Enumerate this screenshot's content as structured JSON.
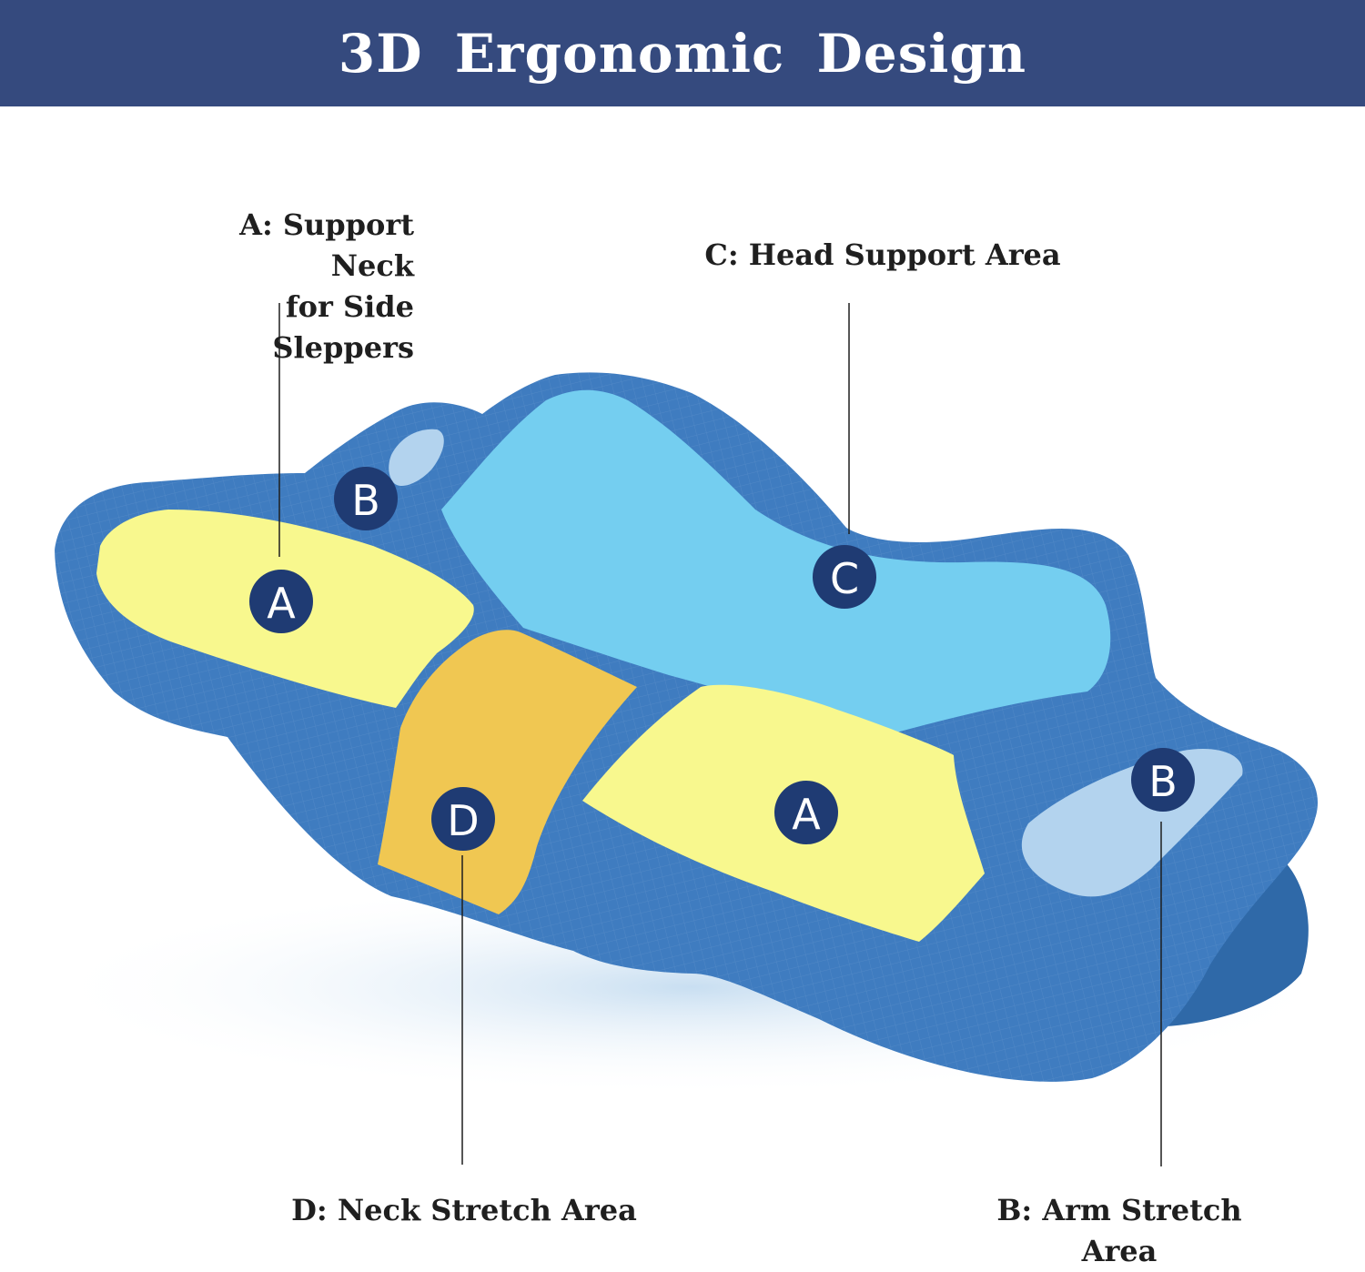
{
  "banner": {
    "title": "3D  Ergonomic  Design"
  },
  "callouts": {
    "a": "A: Support  Neck\nfor Side Sleppers",
    "c": "C: Head Support Area",
    "d": "D: Neck Stretch Area",
    "b": "B: Arm Stretch Area"
  },
  "badges": {
    "a": "A",
    "b": "B",
    "c": "C",
    "d": "D"
  },
  "colors": {
    "banner": "#354a7e",
    "pillow_body": "#3f7cc0",
    "zone_a": "#f8f88e",
    "zone_b": "#b3d3ee",
    "zone_c": "#74cef0",
    "zone_d": "#f0c752",
    "badge": "#1f3b73"
  }
}
